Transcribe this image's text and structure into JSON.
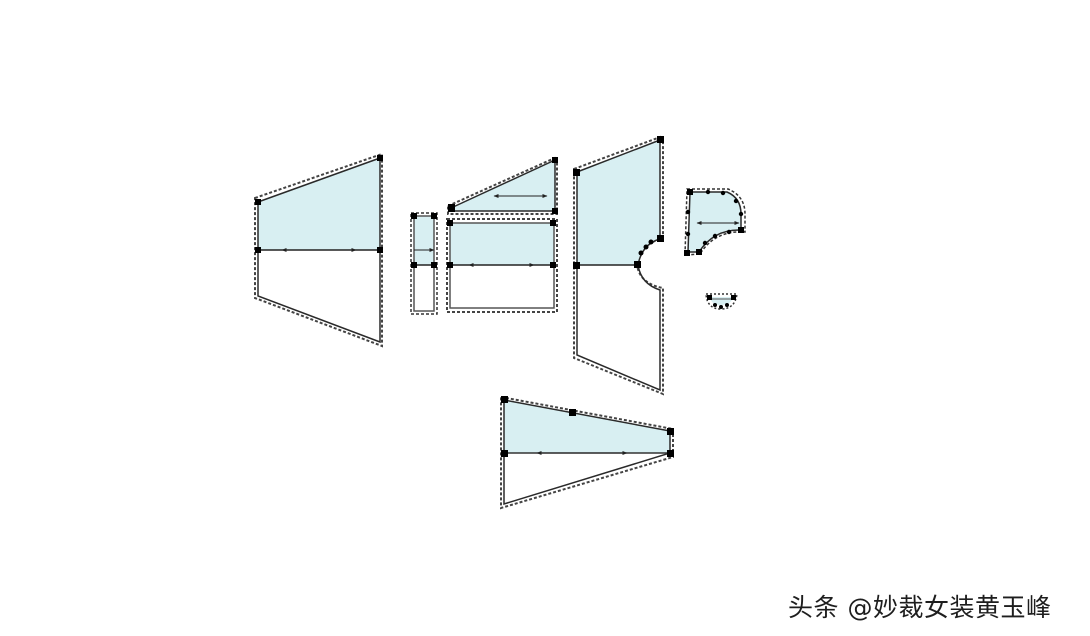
{
  "diagram": {
    "type": "garment-pattern-layout",
    "colors": {
      "background": "#ffffff",
      "fill": "#d8eff2",
      "outline": "#2a2a2a",
      "seam_allowance": "#444444",
      "point": "#000000"
    },
    "pieces": [
      {
        "id": "piece-1",
        "name": "left-panel-trapezoid"
      },
      {
        "id": "piece-2",
        "name": "narrow-strip"
      },
      {
        "id": "piece-3",
        "name": "triangle-wedge"
      },
      {
        "id": "piece-4",
        "name": "rectangle-panel"
      },
      {
        "id": "piece-5",
        "name": "armhole-panel"
      },
      {
        "id": "piece-6",
        "name": "curved-facing"
      },
      {
        "id": "piece-7",
        "name": "small-semicircle"
      },
      {
        "id": "piece-8",
        "name": "bottom-panel-trapezoid"
      }
    ]
  },
  "watermark": {
    "text": "头条 @妙裁女装黄玉峰"
  }
}
